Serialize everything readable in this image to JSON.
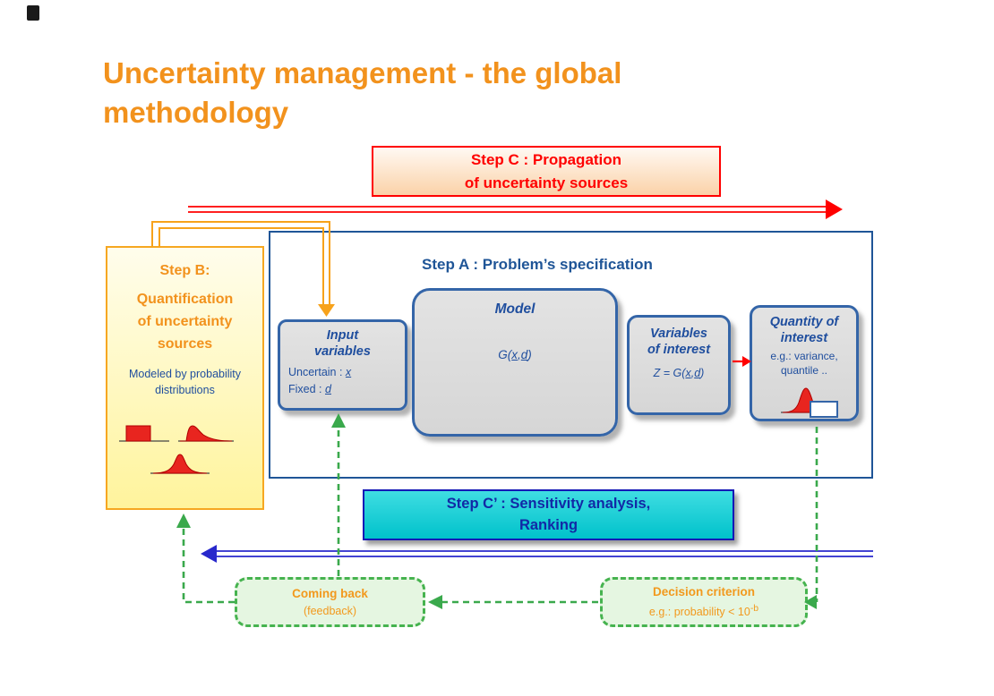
{
  "title": {
    "text": "Uncertainty management - the global methodology"
  },
  "step_c_box": {
    "line1": "Step C : Propagation",
    "line2": "of uncertainty sources"
  },
  "step_a_box": {
    "title": "Step A : Problem’s specification"
  },
  "step_b_box": {
    "heading": "Step B:",
    "line1": "Quantification",
    "line2": "of uncertainty",
    "line3": "sources",
    "note_line1": "Modeled by probability",
    "note_line2": "distributions"
  },
  "input_variables_box": {
    "title_line1": "Input",
    "title_line2": "variables",
    "uncertain_label": "Uncertain : ",
    "uncertain_symbol": "x",
    "fixed_label": "Fixed : ",
    "fixed_symbol": "d"
  },
  "model_box": {
    "title": "Model",
    "f_prefix": "G(",
    "f_x": "x",
    "f_comma": ",",
    "f_d": "d",
    "f_suffix": ")"
  },
  "variables_box": {
    "title_line1": "Variables",
    "title_line2": "of interest",
    "f_prefix": "Z = G(",
    "f_x": "x",
    "f_comma": ",",
    "f_d": "d",
    "f_suffix": ")"
  },
  "quantity_box": {
    "title_line1": "Quantity of",
    "title_line2": "interest",
    "eg_line1": "e.g.: variance,",
    "eg_line2": "quantile .."
  },
  "step_c_prime_box": {
    "line1": "Step C’ : Sensitivity analysis,",
    "line2": "Ranking"
  },
  "coming_back_box": {
    "title": "Coming back",
    "subtitle": "(feedback)"
  },
  "decision_box": {
    "title": "Decision criterion",
    "eg_text": "e.g.: probability < 10",
    "eg_sup": "-b"
  },
  "icons": {
    "stepb_plots": [
      "uniform-distribution",
      "skewed-distribution",
      "normal-distribution"
    ],
    "quantity_plot": "normal-distribution-with-quantile-box"
  },
  "colors": {
    "title_orange": "#F2921D",
    "red": "#FF0000",
    "step_a_blue": "#1F5597",
    "formula_blue": "#1F4E9E",
    "green": "#46B34F",
    "cyan_fill": "#00C2CB",
    "navy": "#1228A6",
    "yellow_fill": "#FFF49C",
    "panel_border_blue": "#3465A8",
    "arrow_blue": "#2828CC",
    "arrow_orange": "#F7A21B"
  }
}
